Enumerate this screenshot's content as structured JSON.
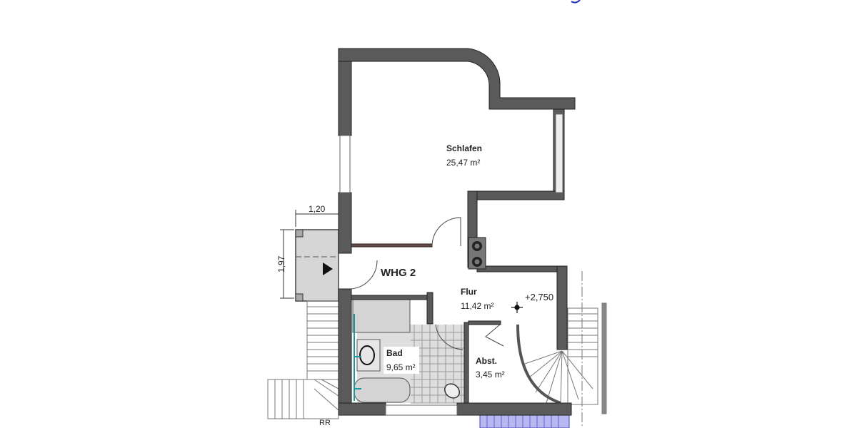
{
  "plan": {
    "unit_label": "WHG 2",
    "level": "+2,750",
    "rooms": [
      {
        "name": "Schlafen",
        "area": "25,47 m²"
      },
      {
        "name": "Flur",
        "area": "11,42 m²"
      },
      {
        "name": "Bad",
        "area": "9,65 m²"
      },
      {
        "name": "Abst.",
        "area": "3,45 m²"
      }
    ],
    "dimensions": {
      "width": "1,20",
      "height": "1,97"
    },
    "stair_label": "RR"
  },
  "colors": {
    "wall": "#5a5a5a",
    "wall_dark": "#3c3c3c",
    "fixture": "#d4d4d4",
    "pipe": "#1a9a9a",
    "window_bay": "#b8b8f0",
    "accent_red": "#c0392b"
  }
}
